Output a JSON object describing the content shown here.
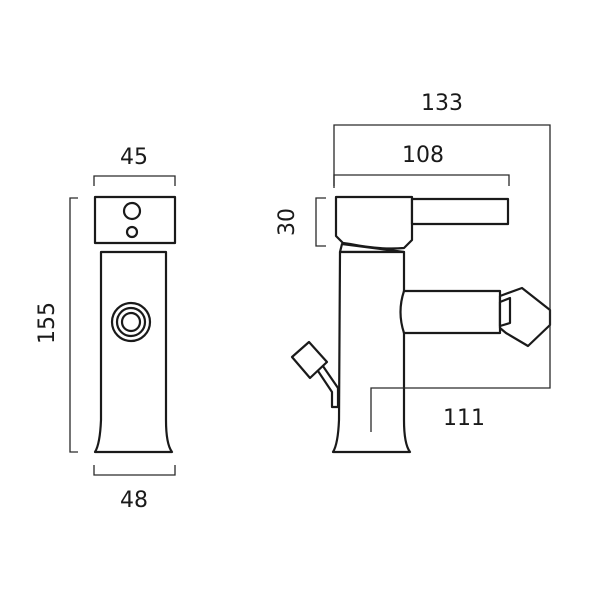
{
  "dimensions": {
    "side_top_width": "45",
    "side_height": "155",
    "side_base_width": "48",
    "front_overall_width": "133",
    "front_lever_width": "108",
    "front_head_height": "30",
    "front_spout_reach": "111"
  },
  "colors": {
    "line": "#1a1a1a",
    "background": "#ffffff"
  }
}
